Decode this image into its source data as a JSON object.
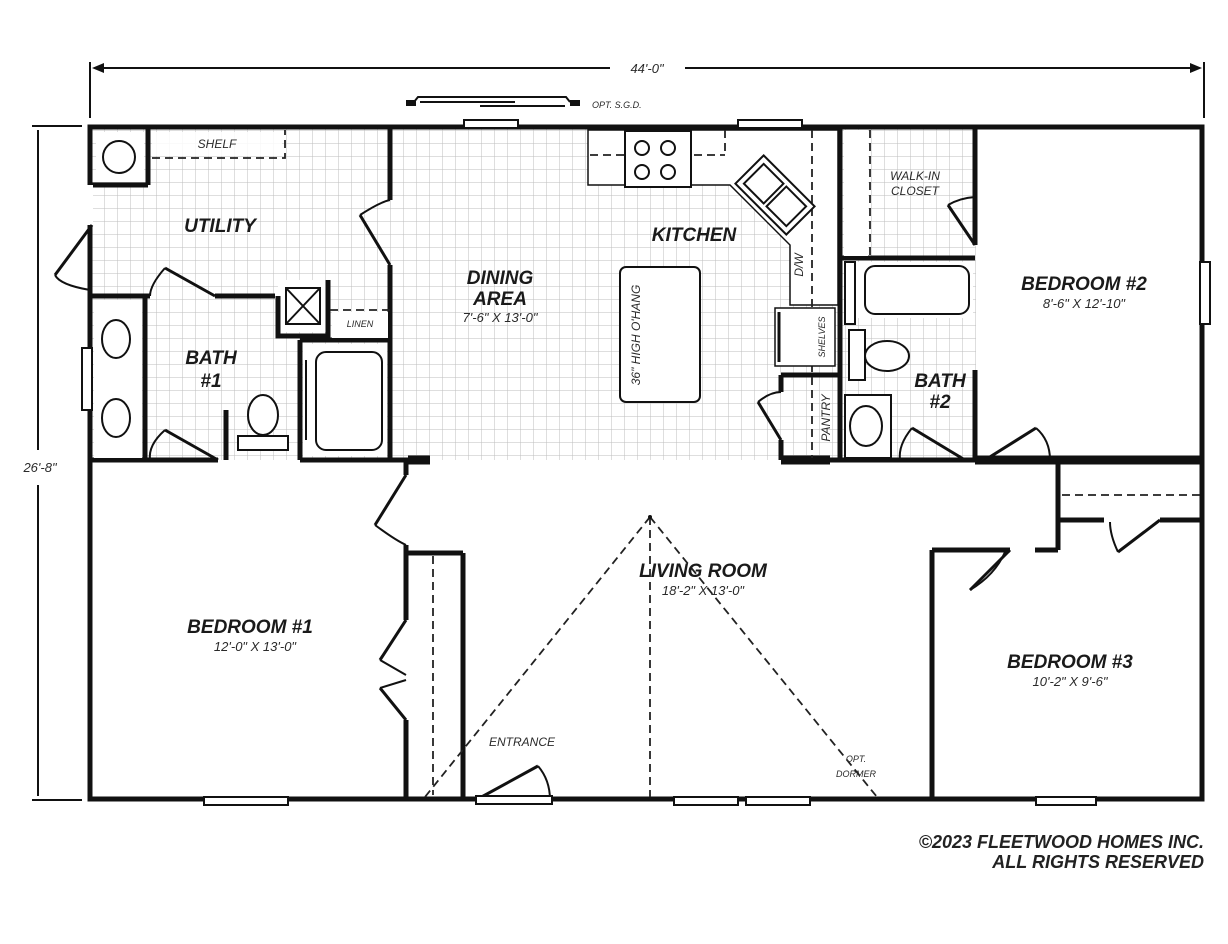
{
  "plan": {
    "overall_width": "44'-0\"",
    "overall_depth": "26'-8\"",
    "opt_sgd": "OPT. S.G.D.",
    "copyright_line1": "©2023 FLEETWOOD HOMES INC.",
    "copyright_line2": "ALL RIGHTS RESERVED"
  },
  "rooms": {
    "utility": {
      "name": "UTILITY"
    },
    "shelf": {
      "name": "SHELF"
    },
    "linen": {
      "name": "LINEN"
    },
    "bath1": {
      "name_line1": "BATH",
      "name_line2": "#1"
    },
    "dining": {
      "name_line1": "DINING",
      "name_line2": "AREA",
      "size": "7'-6\" X 13'-0\""
    },
    "kitchen": {
      "name": "KITCHEN",
      "island": "36\" HIGH O'HANG",
      "dw": "D/W",
      "shelves": "SHELVES",
      "pantry": "PANTRY"
    },
    "walkin": {
      "name_line1": "WALK-IN",
      "name_line2": "CLOSET"
    },
    "bath2": {
      "name_line1": "BATH",
      "name_line2": "#2"
    },
    "bedroom2": {
      "name": "BEDROOM #2",
      "size": "8'-6\" X 12'-10\""
    },
    "bedroom1": {
      "name": "BEDROOM #1",
      "size": "12'-0\" X 13'-0\""
    },
    "living": {
      "name": "LIVING ROOM",
      "size": "18'-2\" X 13'-0\"",
      "entrance": "ENTRANCE",
      "dormer_line1": "OPT.",
      "dormer_line2": "DORMER"
    },
    "bedroom3": {
      "name": "BEDROOM #3",
      "size": "10'-2\" X 9'-6\""
    }
  },
  "colors": {
    "wall": "#111111",
    "grid": "#bdbdbd",
    "background": "#ffffff"
  }
}
